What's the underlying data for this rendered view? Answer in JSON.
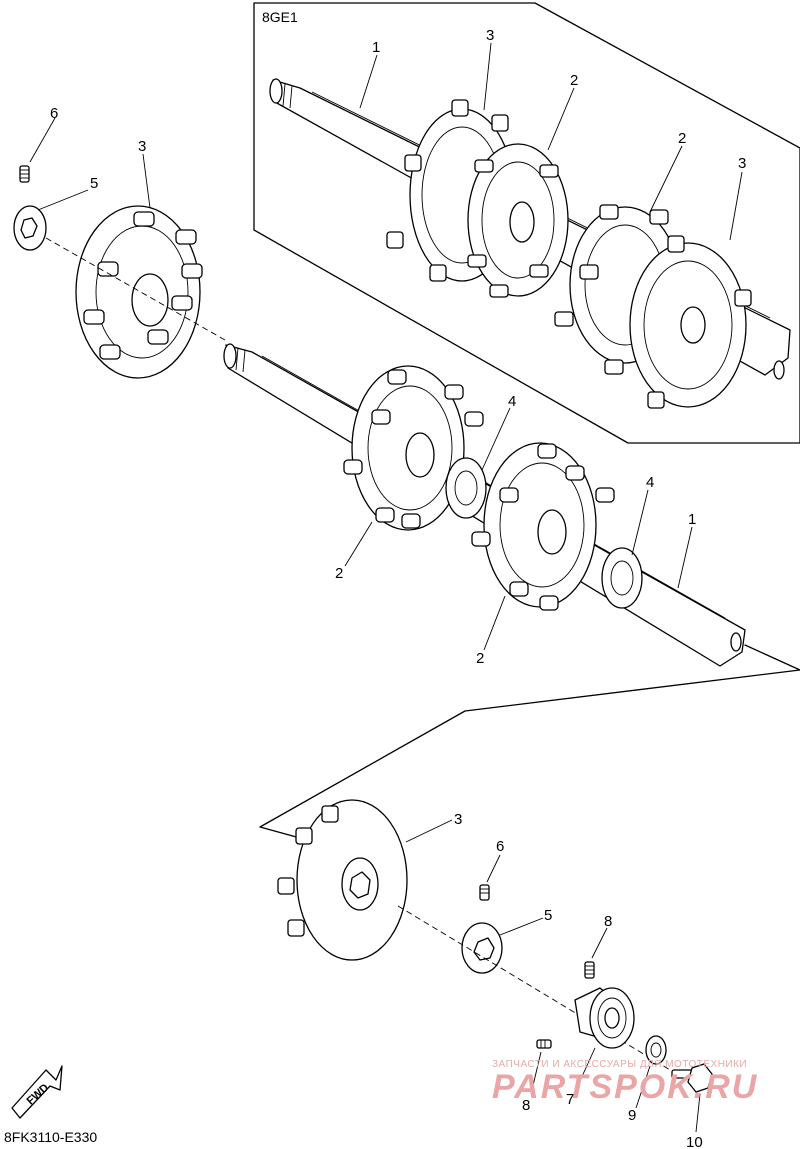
{
  "diagram": {
    "variant_label": "8GE1",
    "figure_code": "8FK3110-E330",
    "fwd_label": "FWD",
    "watermark": {
      "line1": "ЗАПЧАСТИ И АКСЕССУАРЫ ДЛЯ МОТОТЕХНИКИ",
      "line2": "PARTSPOK.RU"
    },
    "callouts": {
      "inset_shaft": "1",
      "inset_sprocket_top": "3",
      "inset_sprocket_a": "2",
      "inset_sprocket_b": "2",
      "inset_sprocket_end": "3",
      "left_collar_screw": "6",
      "left_collar": "5",
      "left_sprocket": "3",
      "main_spacer_a": "4",
      "main_spacer_b": "4",
      "main_shaft": "1",
      "main_sprocket_a": "2",
      "main_sprocket_b": "2",
      "lower_sprocket": "3",
      "lower_collar_screw": "6",
      "lower_collar": "5",
      "bearing_screw_top": "8",
      "bearing_screw_low": "8",
      "bearing": "7",
      "washer": "9",
      "bolt": "10"
    }
  }
}
